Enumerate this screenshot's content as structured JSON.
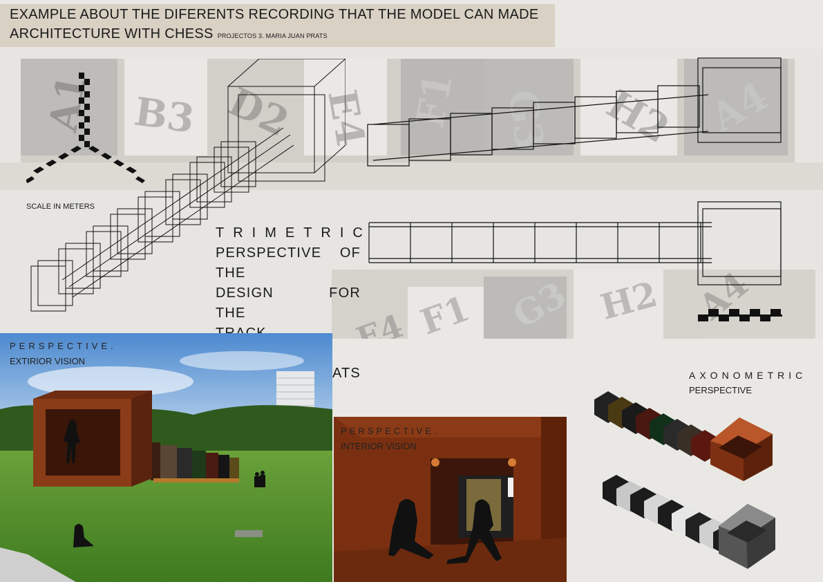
{
  "header": {
    "title_line1": "EXAMPLE ABOUT THE DIFERENTS RECORDING THAT THE MODEL CAN MADE",
    "title_line2": "ARCHITECTURE WITH CHESS",
    "subtitle": "PROJECTOS 3. MARIA JUAN PRATS"
  },
  "background": {
    "chess_labels_top": [
      "A1",
      "B3",
      "D2",
      "E4",
      "F1",
      "G3",
      "H2",
      "A4"
    ],
    "chess_labels_lower": [
      "E4",
      "F1",
      "G3",
      "H2",
      "A4"
    ]
  },
  "scale": {
    "label": "SCALE IN METERS"
  },
  "trimetric": {
    "line1": "TRIMETRIC",
    "line2": "PERSPECTIVE OF THE",
    "line3": "DESIGN FOR THE",
    "line4": "TRACK ABOUT",
    "line5": "MARIA JUAN PRATS"
  },
  "exterior": {
    "label1": "PERSPECTIVE.",
    "label2": "EXTIRIOR VISION"
  },
  "interior": {
    "label1": "PERSPECTIVE.",
    "label2": "INTERIOR VISION"
  },
  "axonometric": {
    "label1": "AXONOMETRIC",
    "label2": "PERSPECTIVE"
  },
  "colors": {
    "banner": "#d8d1c4",
    "wood": "#7a3414",
    "grass": "#4f8a2c",
    "sky": "#6aa0d8"
  }
}
